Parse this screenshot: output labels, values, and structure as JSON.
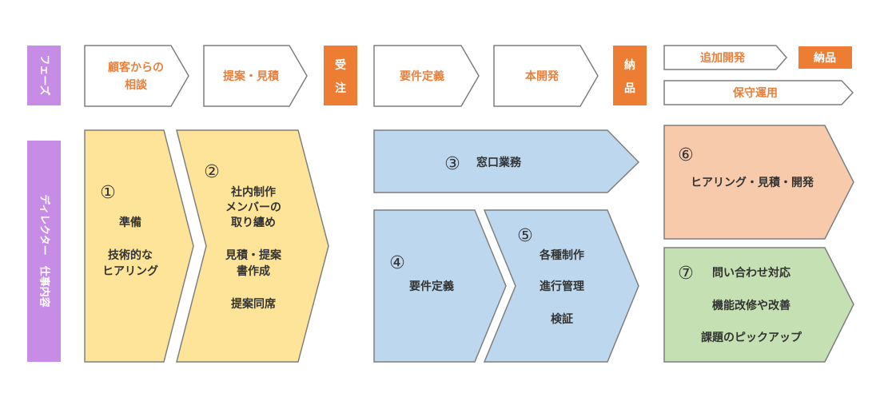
{
  "rows": {
    "phase_label": "フェーズ",
    "work_label": "ディレクター　仕事内容"
  },
  "phases": {
    "consult": [
      "顧客からの",
      "相談"
    ],
    "estimate": "提案・見積",
    "order": [
      "受",
      "注"
    ],
    "requirements": "要件定義",
    "development": "本開発",
    "delivery": [
      "納",
      "品"
    ],
    "additional_dev": "追加開発",
    "additional_delivery": "納品",
    "maintenance": "保守運用"
  },
  "tasks": {
    "t1": {
      "num": "①",
      "lines": [
        "準備",
        "",
        "技術的な",
        "ヒアリング"
      ]
    },
    "t2": {
      "num": "②",
      "lines": [
        "社内制作",
        "メンバーの",
        "取り纏め",
        "",
        "見積・提案",
        "書作成",
        "",
        "提案同席"
      ]
    },
    "t3": {
      "num": "③",
      "title": "窓口業務"
    },
    "t4": {
      "num": "④",
      "title": "要件定義"
    },
    "t5": {
      "num": "⑤",
      "lines": [
        "各種制作",
        "進行管理",
        "検証"
      ]
    },
    "t6": {
      "num": "⑥",
      "title": "ヒアリング・見積・開発"
    },
    "t7": {
      "num": "⑦",
      "title": "問い合わせ対応",
      "lines": [
        "機能改修や改善",
        "課題のピックアップ"
      ]
    }
  },
  "colors": {
    "purple": "#c68ce6",
    "orange": "#ee7d34",
    "phase_text": "#e8803c",
    "yellow": "#fde498",
    "blue": "#bdd7ee",
    "peach": "#f8caac",
    "green": "#c5e0b3",
    "outline": "#7f7f7f"
  }
}
